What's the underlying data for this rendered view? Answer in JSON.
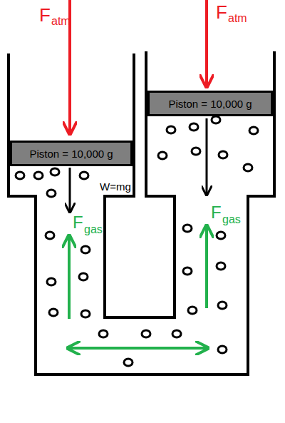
{
  "diagram": {
    "nodes": [
      {
        "text": [
          "Piston = 10,000 g"
        ]
      },
      {
        "text": [
          "Piston = 10,000 g"
        ]
      }
    ],
    "labels": [
      "F",
      "atm",
      "F",
      "atm",
      "W=mg",
      "F",
      "gas",
      "F",
      "gas"
    ]
  }
}
